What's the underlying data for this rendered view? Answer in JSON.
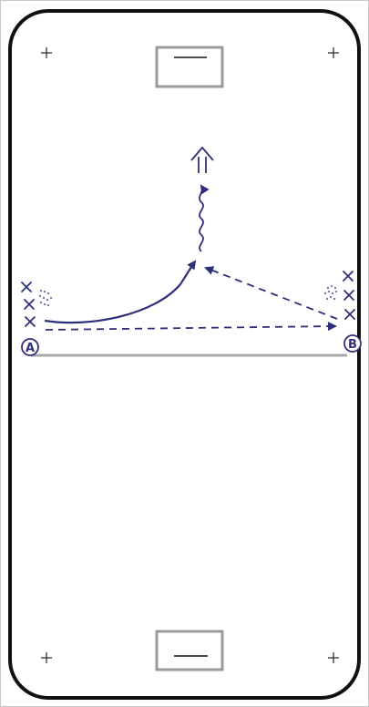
{
  "colors": {
    "rink_border": "#111111",
    "goal_box": "#9a9a9a",
    "ink": "#2e2e7a",
    "line": "#a8a8a8"
  },
  "markers": {
    "player_a": "A",
    "player_b": "B",
    "x_mark": "X",
    "corner_mark": "+"
  },
  "icons": {
    "shot": "double-arrow-up-icon",
    "cones": "dotted-cone-icon"
  }
}
